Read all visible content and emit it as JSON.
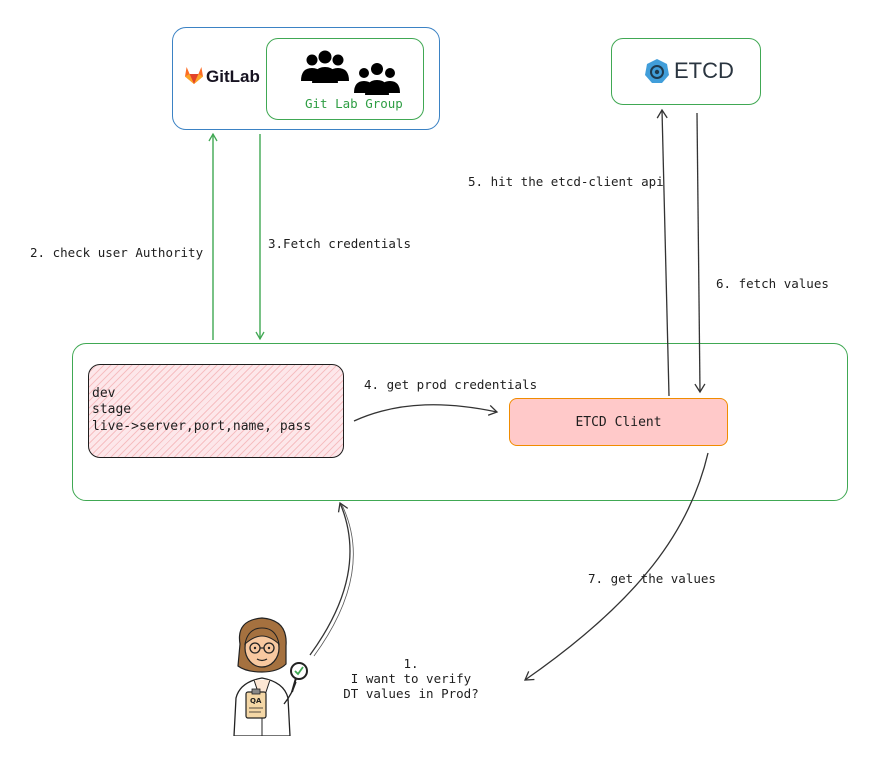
{
  "gitlab": {
    "logo_text": "GitLab",
    "group_label": "Git Lab Group"
  },
  "etcd": {
    "logo_text": "ETCD"
  },
  "env_list": {
    "line1": "dev",
    "line2": "stage",
    "line3": "live->server,port,name, pass"
  },
  "etcd_client": {
    "label": "ETCD Client"
  },
  "steps": {
    "step1_num": "1.",
    "step1_line1": "I want to verify",
    "step1_line2": "DT values in Prod?",
    "step2": "2. check user Authority",
    "step3": "3.Fetch credentials",
    "step4": "4. get prod credentials",
    "step5": "5. hit the etcd-client api",
    "step6": "6. fetch values",
    "step7": "7. get the values"
  },
  "badge": {
    "qa": "QA"
  },
  "colors": {
    "gitlab_border": "#3b82c4",
    "green_border": "#40a853",
    "client_fill": "#ffc9c9",
    "client_border": "#f08c00",
    "gitlab_orange": "#fc6d26"
  }
}
